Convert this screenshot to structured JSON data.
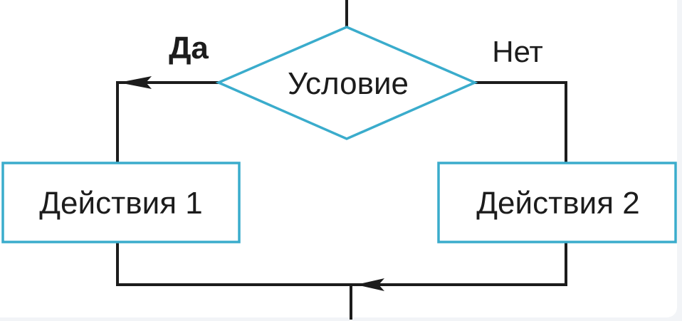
{
  "diagram": {
    "condition": "Условие",
    "yes_label": "Да",
    "no_label": "Нет",
    "action1": "Действия 1",
    "action2": "Действия 2"
  },
  "colors": {
    "shape_stroke": "#3aaccc",
    "line": "#1c1c1c"
  }
}
